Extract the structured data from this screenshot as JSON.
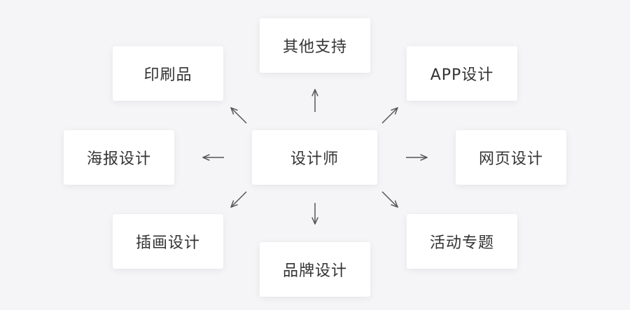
{
  "center": {
    "label": "设计师"
  },
  "nodes": {
    "top": "其他支持",
    "top_left": "印刷品",
    "top_right": "APP设计",
    "left": "海报设计",
    "right": "网页设计",
    "bottom_left": "插画设计",
    "bottom": "品牌设计",
    "bottom_right": "活动专题"
  },
  "colors": {
    "background": "#f5f5f7",
    "card": "#ffffff",
    "text": "#333333",
    "arrow": "#555555"
  }
}
